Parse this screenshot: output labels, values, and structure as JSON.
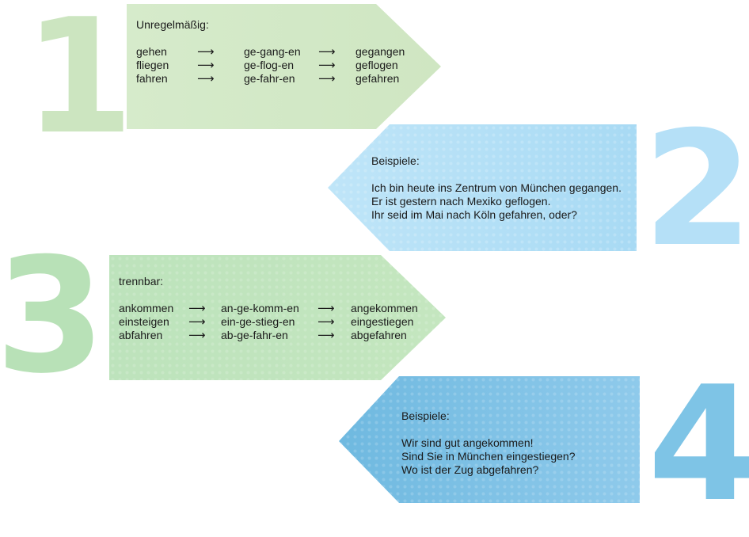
{
  "colors": {
    "green_light": "#d3e8c7",
    "green_mid": "#b8e1b7",
    "green_number": "#cce5c0",
    "blue_light": "#b5e0f7",
    "blue_mid": "#7dc0e4",
    "blue_number": "#7ec4e6"
  },
  "sections": [
    {
      "number": "1",
      "heading": "Unregelmäßig:",
      "rows": [
        {
          "base": "gehen",
          "arrow": "⟶",
          "split": "ge-gang-en",
          "arrow2": "⟶",
          "result": "gegangen"
        },
        {
          "base": "fliegen",
          "arrow": "⟶",
          "split": "ge-flog-en",
          "arrow2": "⟶",
          "result": "geflogen"
        },
        {
          "base": "fahren",
          "arrow": "⟶",
          "split": "ge-fahr-en",
          "arrow2": "⟶",
          "result": "gefahren"
        }
      ]
    },
    {
      "number": "2",
      "heading": "Beispiele:",
      "lines": [
        "Ich bin heute ins Zentrum von München gegangen.",
        "Er ist gestern nach Mexiko geflogen.",
        "Ihr seid im Mai nach Köln gefahren, oder?"
      ]
    },
    {
      "number": "3",
      "heading": "trennbar:",
      "rows": [
        {
          "base": "ankommen",
          "arrow": "⟶",
          "split": "an-ge-komm-en",
          "arrow2": "⟶",
          "result": "angekommen"
        },
        {
          "base": "einsteigen",
          "arrow": "⟶",
          "split": "ein-ge-stieg-en",
          "arrow2": "⟶",
          "result": "eingestiegen"
        },
        {
          "base": "abfahren",
          "arrow": "⟶",
          "split": "ab-ge-fahr-en",
          "arrow2": "⟶",
          "result": "abgefahren"
        }
      ]
    },
    {
      "number": "4",
      "heading": "Beispiele:",
      "lines": [
        "Wir sind gut angekommen!",
        "Sind Sie in München eingestiegen?",
        "Wo ist der Zug abgefahren?"
      ]
    }
  ]
}
